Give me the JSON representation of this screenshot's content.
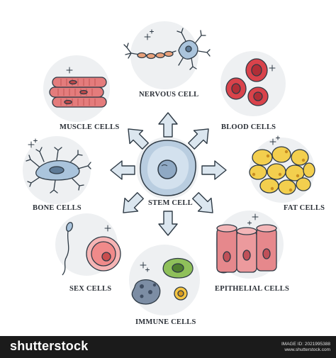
{
  "diagram": {
    "center_label": "STEM CELL",
    "labels": {
      "nervous": "NERVOUS CELL",
      "muscle": "MUSCLE CELLS",
      "blood": "BLOOD CELLS",
      "bone": "BONE CELLS",
      "fat": "FAT CELLS",
      "sex": "SEX CELLS",
      "epithelial": "EPITHELIAL CELLS",
      "immune": "IMMUNE CELLS"
    }
  },
  "footer": {
    "brand": "shutterstock",
    "image_id_line1": "IMAGE ID: 2021995388",
    "image_id_line2": "www.shutterstock.com"
  },
  "colors": {
    "circle_bg": "#eef0f2",
    "outline": "#2e3a45",
    "arrow_fill": "#dbe6ef",
    "stem": "#b9cde0",
    "muscle": "#e47c7c",
    "blood": "#d9434b",
    "fat": "#f3cf4e",
    "epithelial": "#e6888c",
    "bone": "#aac4dc",
    "sex": "#f08a8a",
    "immune_blue": "#7c8da4",
    "immune_green": "#8fc05a",
    "immune_yellow": "#f5c542",
    "footer_bg": "#1b1b1b"
  }
}
